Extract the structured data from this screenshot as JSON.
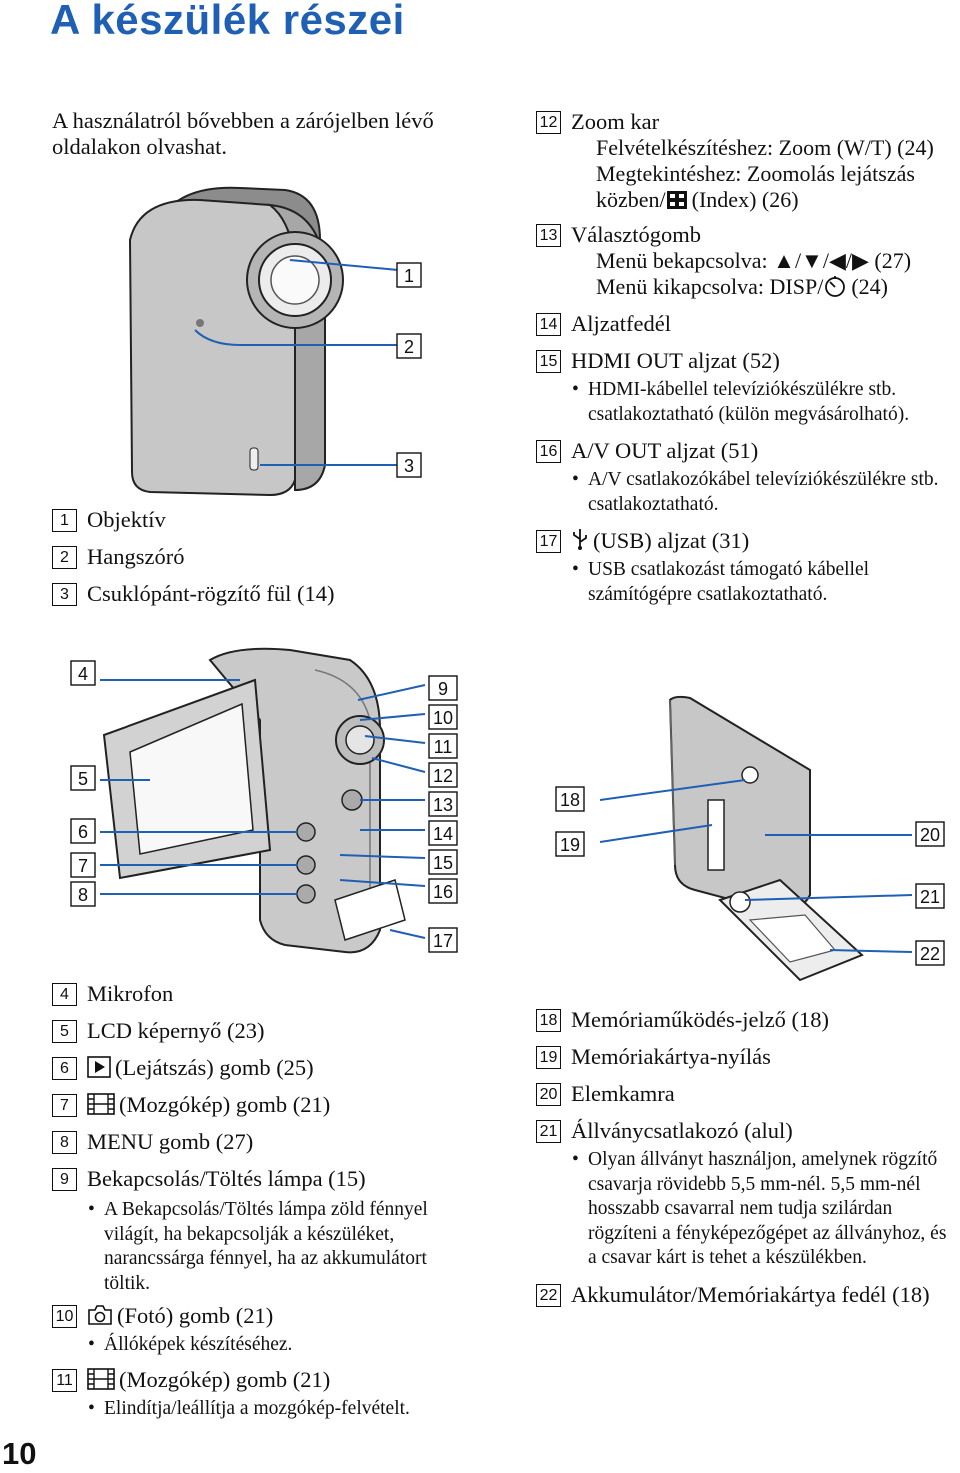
{
  "page": {
    "title": "A készülék részei",
    "page_number": "10",
    "intro": "A használatról bővebben a zárójelben lévő oldalakon olvashat."
  },
  "figure_top_labels": [
    "1",
    "2",
    "3"
  ],
  "figure_bottom_labels": [
    "4",
    "5",
    "6",
    "7",
    "8",
    "9",
    "10",
    "11",
    "12",
    "13",
    "14",
    "15",
    "16",
    "17"
  ],
  "figure_right_labels": [
    "18",
    "19",
    "20",
    "21",
    "22"
  ],
  "left_items_a": [
    {
      "num": "1",
      "text": "Objektív"
    },
    {
      "num": "2",
      "text": "Hangszóró"
    },
    {
      "num": "3",
      "text": "Csuklópánt-rögzítő fül (14)"
    }
  ],
  "left_items_b": {
    "i4": {
      "num": "4",
      "text": "Mikrofon"
    },
    "i5": {
      "num": "5",
      "text": "LCD képernyő (23)"
    },
    "i6": {
      "num": "6",
      "text": "(Lejátszás) gomb (25)",
      "icon": "play-icon"
    },
    "i7": {
      "num": "7",
      "text": "(Mozgókép) gomb (21)",
      "icon": "movie-icon"
    },
    "i8": {
      "num": "8",
      "text": "MENU gomb (27)"
    },
    "i9": {
      "num": "9",
      "text": "Bekapcsolás/Töltés lámpa (15)",
      "bullet": "A Bekapcsolás/Töltés lámpa zöld fénnyel világít, ha bekapcsolják a készüléket, narancssárga fénnyel, ha az akkumulátort töltik."
    },
    "i10": {
      "num": "10",
      "text": "(Fotó) gomb (21)",
      "icon": "camera-icon",
      "bullet": "Állóképek készítéséhez."
    },
    "i11": {
      "num": "11",
      "text": "(Mozgókép) gomb (21)",
      "icon": "movie-icon",
      "bullet": "Elindítja/leállítja a mozgókép-felvételt."
    }
  },
  "right_items_a": {
    "i12": {
      "num": "12",
      "text": "Zoom kar",
      "sub1": "Felvételkészítéshez: Zoom (W/T) (24)",
      "sub2a": "Megtekintéshez: Zoomolás lejátszás közben/",
      "sub2b": "(Index) (26)"
    },
    "i13": {
      "num": "13",
      "text": "Választógomb",
      "sub1": "Menü bekapcsolva: ▲/▼/◀/▶ (27)",
      "sub2a": "Menü kikapcsolva: DISP/",
      "sub2b": "(24)"
    },
    "i14": {
      "num": "14",
      "text": "Aljzatfedél"
    },
    "i15": {
      "num": "15",
      "text": "HDMI OUT aljzat (52)",
      "bullet": "HDMI-kábellel televíziókészülékre stb. csatlakoztatható (külön megvásárolható)."
    },
    "i16": {
      "num": "16",
      "text": "A/V OUT aljzat (51)",
      "bullet": "A/V csatlakozókábel televíziókészülékre stb. csatlakoztatható."
    },
    "i17": {
      "num": "17",
      "text": "(USB) aljzat (31)",
      "icon": "usb-icon",
      "bullet": "USB csatlakozást támogató kábellel számítógépre csatlakoztatható."
    }
  },
  "right_items_b": {
    "i18": {
      "num": "18",
      "text": "Memóriaműködés-jelző (18)"
    },
    "i19": {
      "num": "19",
      "text": "Memóriakártya-nyílás"
    },
    "i20": {
      "num": "20",
      "text": "Elemkamra"
    },
    "i21": {
      "num": "21",
      "text": "Állványcsatlakozó (alul)",
      "bullet": "Olyan állványt használjon, amelynek rögzítő csavarja rövidebb 5,5 mm-nél. 5,5 mm-nél hosszabb csavarral nem tudja szilárdan rögzíteni a fényképezőgépet az állványhoz, és a csavar kárt is tehet a készülékben."
    },
    "i22": {
      "num": "22",
      "text": "Akkumulátor/Memóriakártya fedél (18)"
    }
  },
  "colors": {
    "title": "#1f5fb4",
    "callout_line": "#1f5fb4",
    "device_body": "#c9c9c9"
  }
}
